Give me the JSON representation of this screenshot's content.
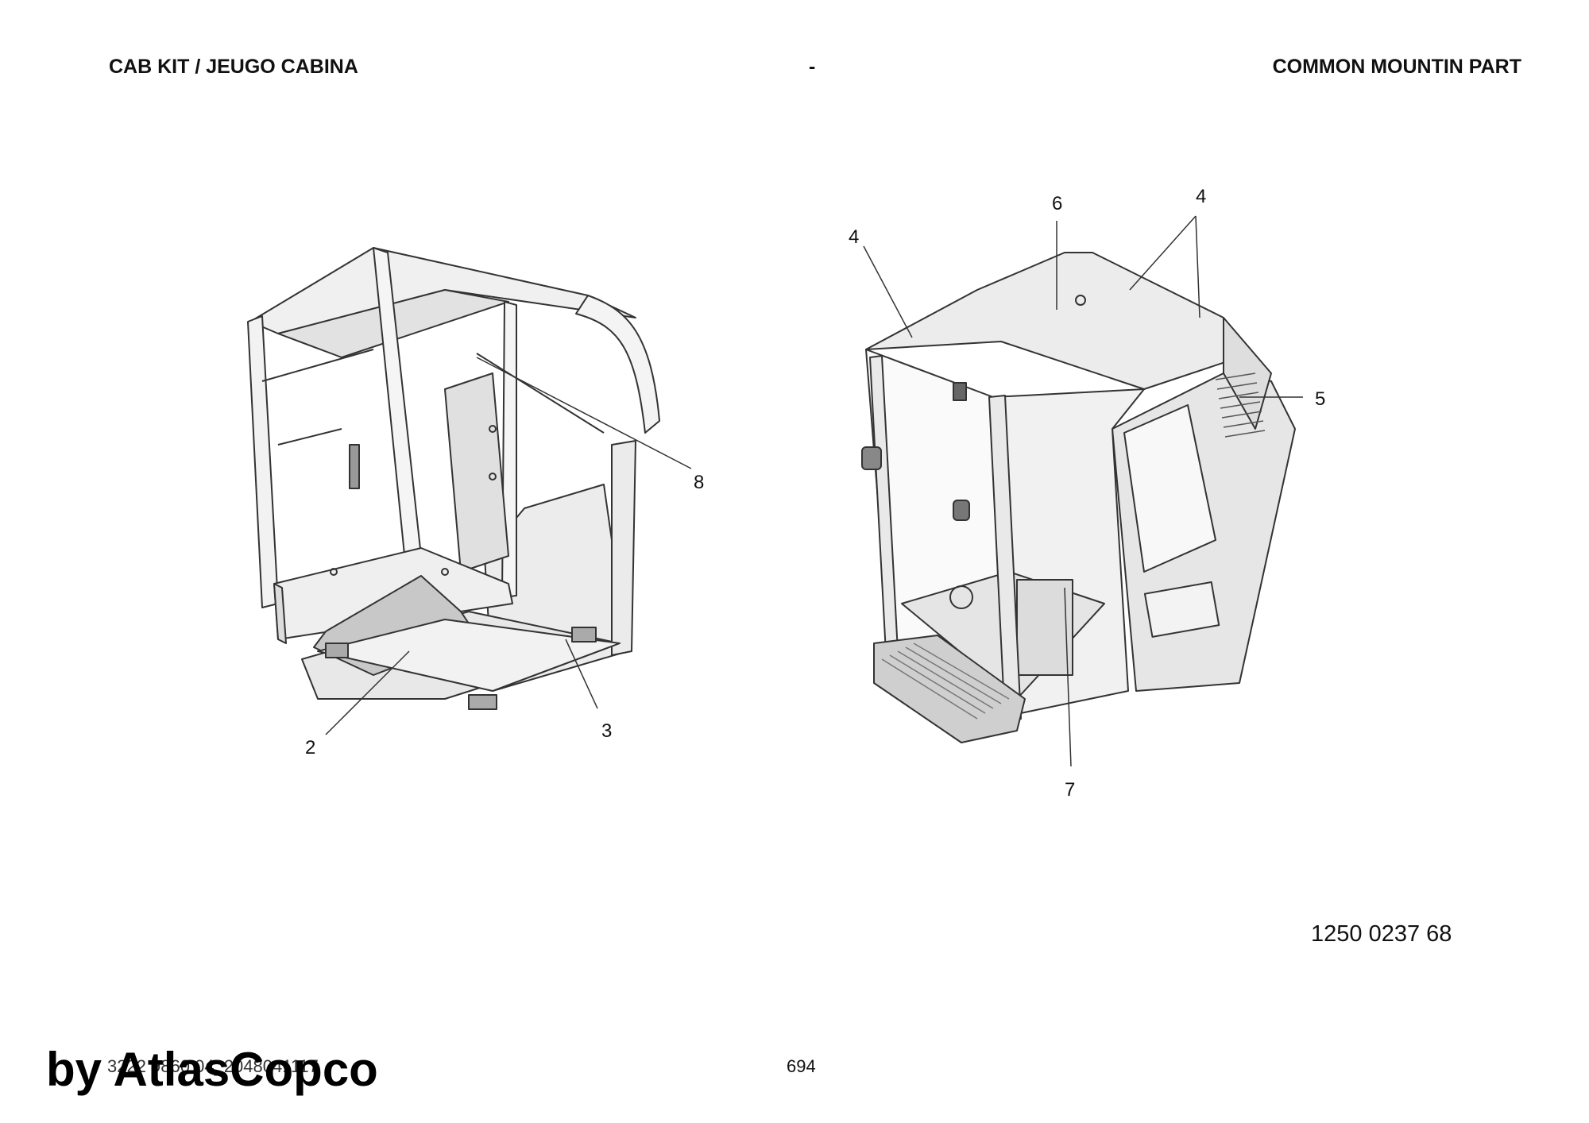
{
  "header": {
    "left_title": "CAB KIT / JEUGO CABINA",
    "center_title": "-",
    "right_title": "COMMON MOUNTIN PART"
  },
  "callouts": {
    "c2": "2",
    "c3": "3",
    "c8": "8",
    "c4a": "4",
    "c4b": "4",
    "c5": "5",
    "c6": "6",
    "c7": "7"
  },
  "footer": {
    "part_number": "1250 0237 68",
    "doc_ref": "3222 9860 04_2048041117",
    "page_number": "694",
    "watermark": "by AtlasCopco"
  }
}
